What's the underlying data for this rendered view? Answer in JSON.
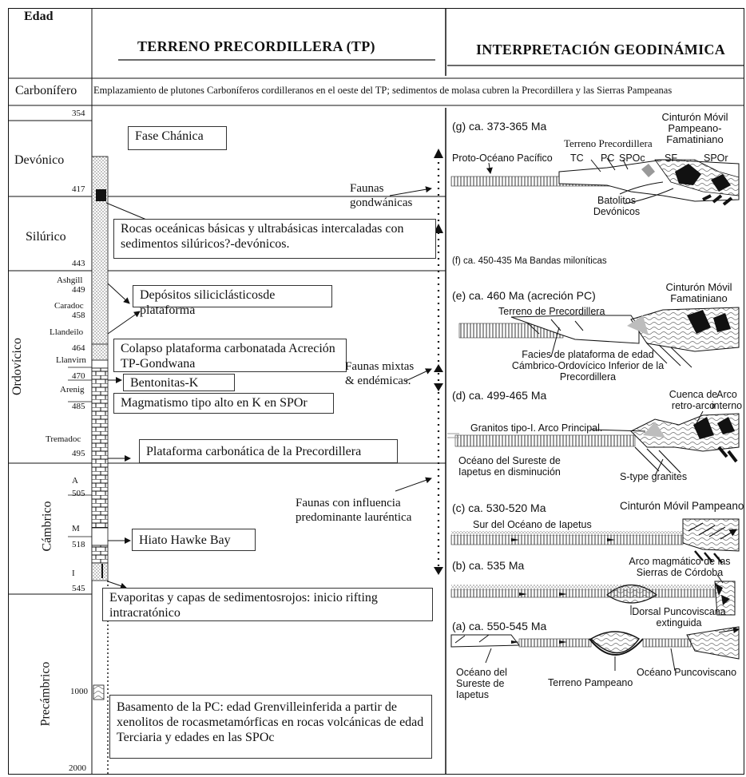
{
  "header": {
    "edad": "Edad",
    "tp_title": "TERRENO PRECORDILLERA (TP)",
    "geo_title": "INTERPRETACIÓN GEODINÁMICA"
  },
  "carbonifero": {
    "label": "Carbonífero",
    "text": "Emplazamiento de plutones Carboníferos cordilleranos en el oeste del TP; sedimentos de molasa cubren la Precordillera y las Sierras Pampeanas"
  },
  "periods": {
    "devonico": "Devónico",
    "silurico": "Silúrico",
    "ordovicico": "Ordovícico",
    "cambrico": "Cámbrico",
    "precambrico": "Precámbrico"
  },
  "ages": {
    "a354": "354",
    "a417": "417",
    "a443": "443",
    "a449": "449",
    "a458": "458",
    "a464": "464",
    "a470": "470",
    "a485": "485",
    "a495": "495",
    "a505": "505",
    "a518": "518",
    "a545": "545",
    "a1000": "1000",
    "a2000": "2000"
  },
  "stages": {
    "ashgill": "Ashgill",
    "caradoc": "Caradoc",
    "llandeilo": "Llandeilo",
    "llanvirn": "Llanvirn",
    "arenig": "Arenig",
    "tremadoc": "Tremadoc",
    "A": "A",
    "M": "M",
    "I": "I"
  },
  "boxes": {
    "fase": "Fase Chánica",
    "rocas": "Rocas oceánicas básicas y ultrabásicas intercaladas con sedimentos silúricos?-devónicos.",
    "depositos": "Depósitos siliciclásticosde plataforma",
    "colapso": "Colapso plataforma carbonatada Acreción TP-Gondwana",
    "bentonitas": "Bentonitas-K",
    "magmatismo": "Magmatismo tipo alto en K en SPOr",
    "plataforma": "Plataforma carbonática de la Precordillera",
    "hiato": "Hiato Hawke Bay",
    "evaporitas": "Evaporitas y capas de sedimentosrojos: inicio rifting intracratónico",
    "basamento": "Basamento de la PC: edad Grenvilleinferida a partir de xenolitos de rocasmetamórficas en rocas volcánicas de edad Terciaria y edades en las SPOc"
  },
  "faunas": {
    "gondwanicas": "Faunas gondwánicas",
    "mixtas": "Faunas mixtas & endémicas.",
    "laurentica": "Faunas con influencia predominante lauréntica"
  },
  "stages_geo": {
    "g": {
      "title": "(g) ca. 373-365 Ma",
      "cinturon": "Cinturón Móvil Pampeano- Famatiniano",
      "terreno": "Terreno Precordillera",
      "proto": "Proto-Océano Pacífico",
      "tc": "TC",
      "pc": "PC",
      "spoc": "SPOc",
      "sf": "SF",
      "spor": "SPOr",
      "batolitos": "Batolitos Devónicos"
    },
    "f": {
      "title": "(f) ca. 450-435 Ma Bandas miloníticas"
    },
    "e": {
      "title": "(e) ca. 460 Ma (acreción PC)",
      "cinturon": "Cinturón Móvil Famatiniano",
      "terreno": "Terreno de Precordillera",
      "facies": "Facies de plataforma de edad Cámbrico-Ordovícico Inferior de la Precordillera"
    },
    "d": {
      "title": "(d) ca. 499-465 Ma",
      "cuenca": "Cuenca de retro-arco",
      "arco": "Arco interno",
      "granitos": "Granitos tipo-I. Arco Principal.",
      "oceano": "Océano del Sureste de Iapetus en disminución",
      "stype": "S-type granites"
    },
    "c": {
      "title": "(c) ca. 530-520 Ma",
      "cinturon": "Cinturón Móvil Pampeano",
      "sur": "Sur del Océano de Iapetus"
    },
    "b": {
      "title": "(b) ca. 535 Ma",
      "arco": "Arco magmático de las Sierras de Córdoba",
      "dorsal": "Dorsal Puncoviscana extinguida"
    },
    "a": {
      "title": "(a) ca. 550-545 Ma",
      "oceano_se": "Océano del Sureste de Iapetus",
      "terreno": "Terreno Pampeano",
      "puncoviscano": "Océano Puncoviscano"
    }
  },
  "colors": {
    "ink": "#111111",
    "hatch": "#555555",
    "fill_grey": "#bdbdbd"
  }
}
